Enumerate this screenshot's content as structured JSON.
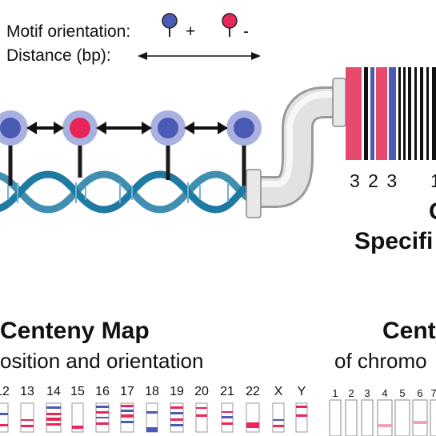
{
  "legend": {
    "orientation_label": "Motif orientation:",
    "plus": "+",
    "minus": "-",
    "distance_label": "Distance (bp):"
  },
  "barcode": {
    "digits": "3 2 3",
    "digits_partial": "1"
  },
  "right_heading": {
    "line1_partial": "C",
    "line2_partial": "Specifi"
  },
  "centeny_map": {
    "title": "Centeny Map",
    "subtitle_partial": "osition and orientation",
    "chromosomes": [
      "12",
      "13",
      "14",
      "15",
      "16",
      "17",
      "18",
      "19",
      "20",
      "21",
      "22",
      "X",
      "Y"
    ]
  },
  "right_panel": {
    "title_partial": "Cent",
    "subtitle_partial": "of chromo",
    "chromosomes": [
      "1",
      "2",
      "3",
      "4",
      "5",
      "6",
      "7"
    ]
  },
  "colors": {
    "blue_motif": "#4b5bb5",
    "red_motif": "#e8265a",
    "halo": "#a9b1e0",
    "dna": "#1f7aa3",
    "barcode_red": "#e84a6e",
    "barcode_blue": "#4b5bb5"
  }
}
